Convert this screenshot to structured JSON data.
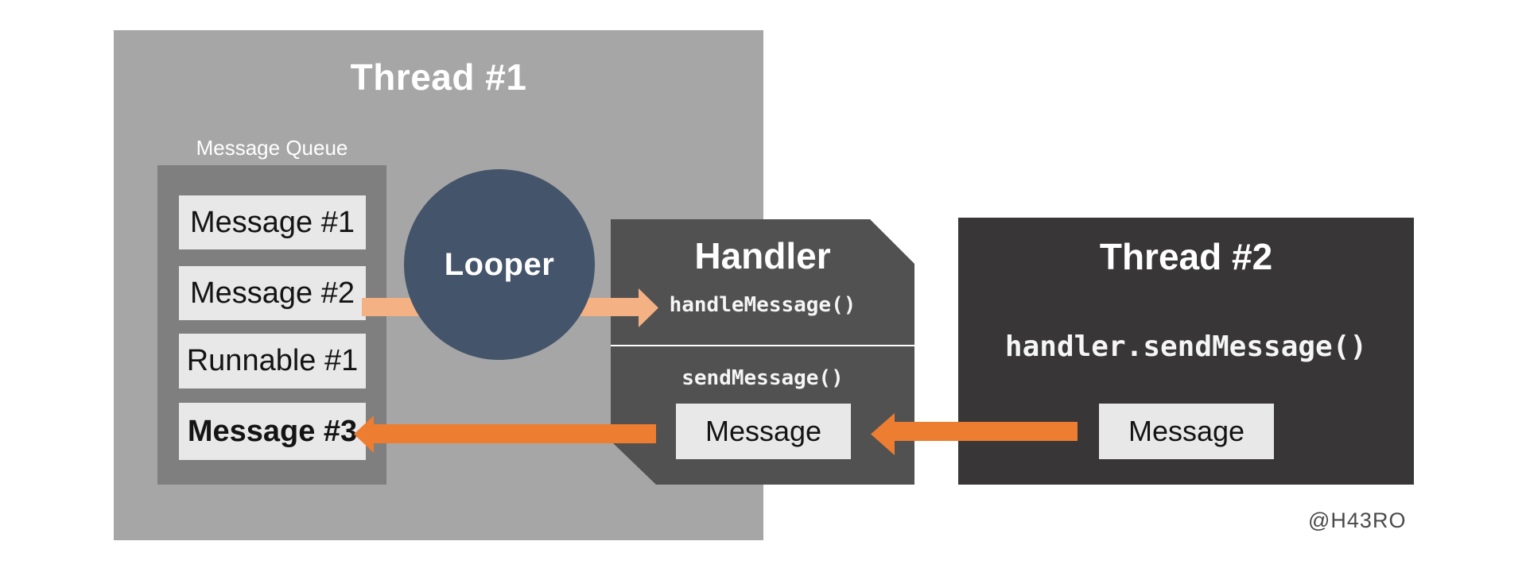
{
  "diagram": {
    "thread1": {
      "title": "Thread #1",
      "queue": {
        "label": "Message Queue",
        "items": [
          {
            "label": "Message #1",
            "bold": false
          },
          {
            "label": "Message #2",
            "bold": false
          },
          {
            "label": "Runnable #1",
            "bold": false
          },
          {
            "label": "Message #3",
            "bold": true
          }
        ]
      },
      "looper_label": "Looper"
    },
    "handler": {
      "title": "Handler",
      "handle_method": "handleMessage()",
      "send_method": "sendMessage()",
      "message_label": "Message"
    },
    "thread2": {
      "title": "Thread #2",
      "code": "handler.sendMessage()",
      "message_label": "Message"
    },
    "watermark": "@H43RO",
    "colors": {
      "thread1_bg": "#a6a6a6",
      "queue_bg": "#7f7f7f",
      "item_bg": "#e9e8e8",
      "looper_bg": "#44546a",
      "handler_bg": "#515151",
      "thread2_bg": "#383636",
      "arrow_orange": "#ed7d31",
      "arrow_light_orange": "#f4b183",
      "text_light": "#ffffff",
      "text_dark": "#141414"
    }
  }
}
